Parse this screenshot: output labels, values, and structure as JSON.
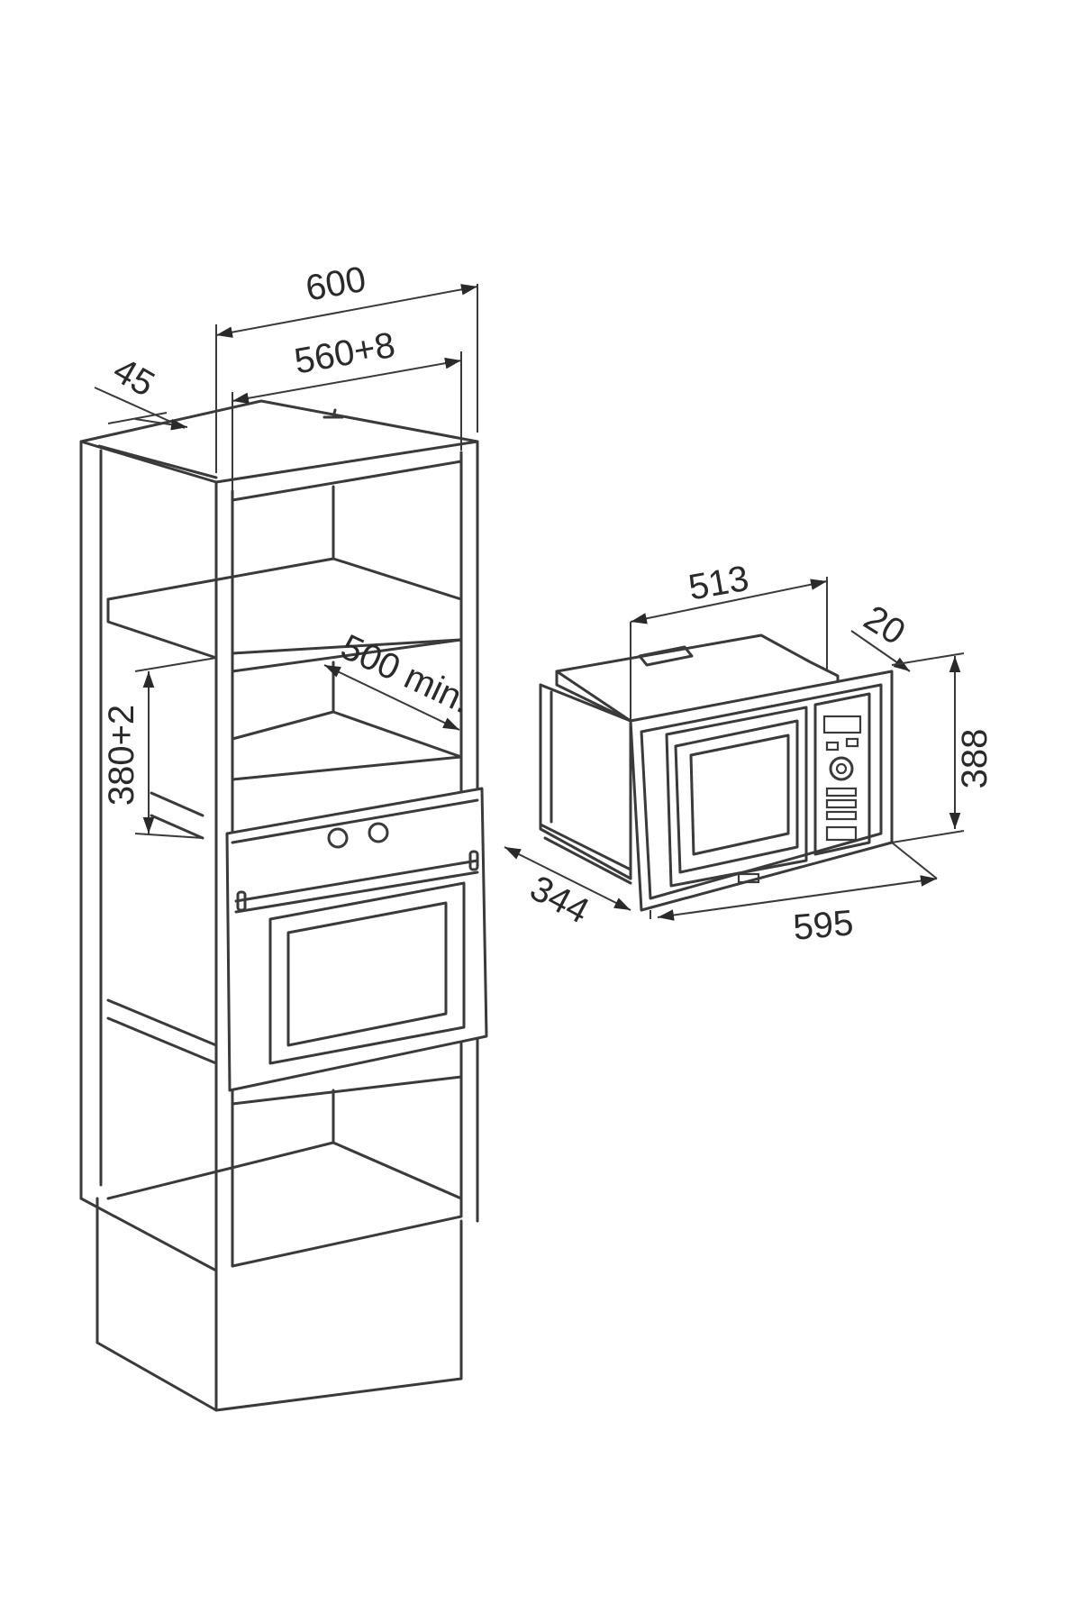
{
  "dimensions": {
    "cabinet_width": "600",
    "cabinet_niche_width": "560+8",
    "cabinet_offset": "45",
    "niche_height": "380+2",
    "niche_depth": "500 min.",
    "microwave_depth_top": "513",
    "microwave_frame_depth": "20",
    "microwave_height": "388",
    "microwave_body_depth": "344",
    "microwave_width": "595"
  }
}
